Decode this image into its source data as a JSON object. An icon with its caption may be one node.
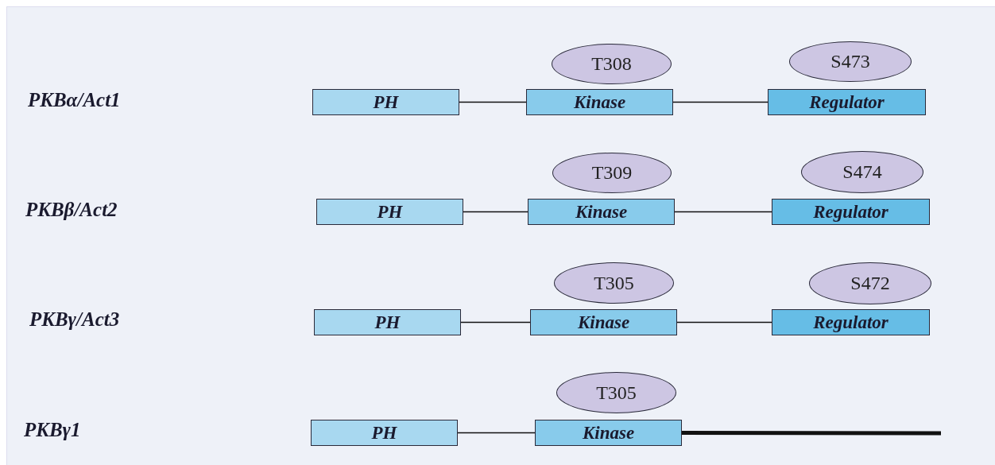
{
  "diagram": {
    "nodes": [
      {
        "text": [
          "T308"
        ]
      },
      {
        "text": [
          "S473"
        ]
      },
      {
        "text": [
          "PH"
        ]
      },
      {
        "text": [
          "Kinase"
        ]
      },
      {
        "text": [
          "Regulator"
        ]
      },
      {
        "text": [
          "T309"
        ]
      },
      {
        "text": [
          "S474"
        ]
      },
      {
        "text": [
          "PH"
        ]
      },
      {
        "text": [
          "Kinase"
        ]
      },
      {
        "text": [
          "Regulator"
        ]
      },
      {
        "text": [
          "T305"
        ]
      },
      {
        "text": [
          "S472"
        ]
      },
      {
        "text": [
          "PH"
        ]
      },
      {
        "text": [
          "Kinase"
        ]
      },
      {
        "text": [
          "Regulator"
        ]
      },
      {
        "text": [
          "T305"
        ]
      },
      {
        "text": [
          "PH"
        ]
      },
      {
        "text": [
          "Kinase"
        ]
      }
    ],
    "edges": [
      {
        "from": 2,
        "to": 3,
        "arrow": "none"
      },
      {
        "from": 3,
        "to": 4,
        "arrow": "none"
      },
      {
        "from": 7,
        "to": 8,
        "arrow": "none"
      },
      {
        "from": 8,
        "to": 9,
        "arrow": "none"
      },
      {
        "from": 12,
        "to": 13,
        "arrow": "none"
      },
      {
        "from": 13,
        "to": 14,
        "arrow": "none"
      },
      {
        "from": 16,
        "to": 17,
        "arrow": "none"
      },
      {
        "from": 17,
        "to": null,
        "arrow": "none",
        "style": "thick"
      }
    ],
    "labels": [
      "PKBα/Act1",
      "PKBβ/Act2",
      "PKBγ/Act3",
      "PKBγ1"
    ]
  }
}
